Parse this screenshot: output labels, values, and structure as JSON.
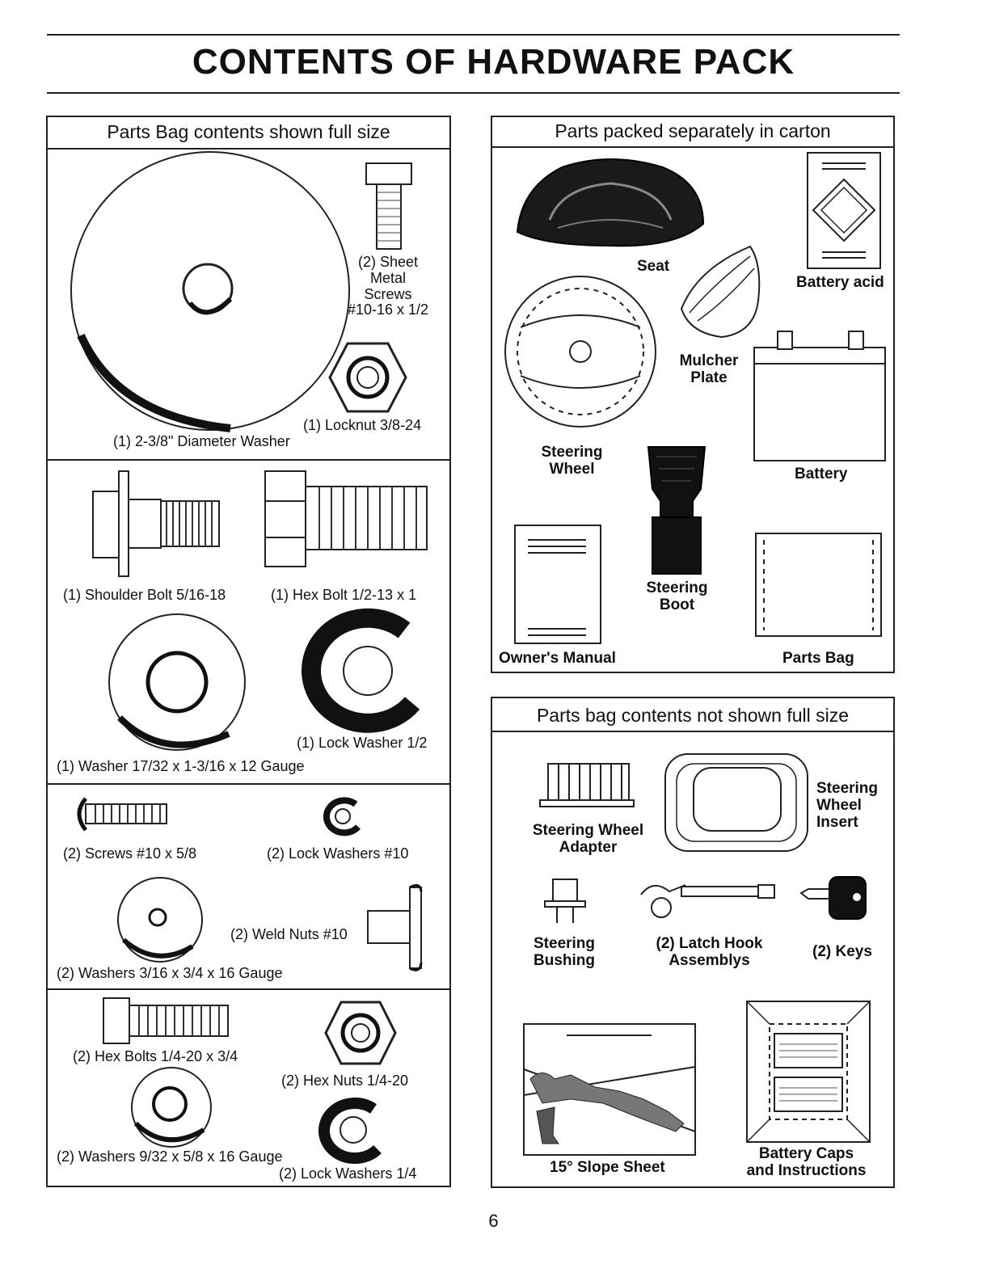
{
  "title": "CONTENTS OF HARDWARE PACK",
  "page_number": "6",
  "left_panel": {
    "header": "Parts Bag contents shown full size",
    "items": {
      "sheet_metal_screws": [
        "(2) Sheet",
        "Metal",
        "Screws",
        "#10-16 x 1/2"
      ],
      "locknut": "(1) Locknut  3/8-24",
      "diameter_washer": "(1) 2-3/8\" Diameter Washer",
      "shoulder_bolt": "(1) Shoulder Bolt  5/16-18",
      "hex_bolt": "(1) Hex Bolt  1/2-13 x 1",
      "lock_washer_half": "(1) Lock Washer  1/2",
      "washer_17_32": "(1) Washer  17/32 x 1-3/16 x 12 Gauge",
      "screws_10": "(2) Screws  #10 x 5/8",
      "lock_washers_10": "(2) Lock Washers  #10",
      "weld_nuts": "(2) Weld Nuts  #10",
      "washers_3_16": "(2) Washers  3/16 x 3/4 x 16 Gauge",
      "hex_bolts_quarter": "(2) Hex Bolts  1/4-20 x 3/4",
      "hex_nuts": "(2) Hex Nuts  1/4-20",
      "washers_9_32": "(2) Washers  9/32  x 5/8 x 16 Gauge",
      "lock_washers_quarter": "(2) Lock Washers  1/4"
    }
  },
  "carton_panel": {
    "header": "Parts packed separately in carton",
    "items": {
      "seat": "Seat",
      "battery_acid": "Battery acid",
      "mulcher_plate": [
        "Mulcher",
        "Plate"
      ],
      "steering_wheel": [
        "Steering",
        "Wheel"
      ],
      "battery": "Battery",
      "steering_boot": [
        "Steering",
        "Boot"
      ],
      "owners_manual": "Owner's Manual",
      "parts_bag": "Parts Bag"
    }
  },
  "not_full_panel": {
    "header": "Parts bag contents not shown full size",
    "items": {
      "steering_wheel_adapter": [
        "Steering Wheel",
        "Adapter"
      ],
      "steering_wheel_insert": [
        "Steering",
        "Wheel",
        "Insert"
      ],
      "steering_bushing": [
        "Steering",
        "Bushing"
      ],
      "latch_hook": [
        "(2) Latch Hook",
        "Assemblys"
      ],
      "keys": "(2) Keys",
      "slope_sheet": "15° Slope Sheet",
      "battery_caps": [
        "Battery Caps",
        "and Instructions"
      ]
    }
  }
}
